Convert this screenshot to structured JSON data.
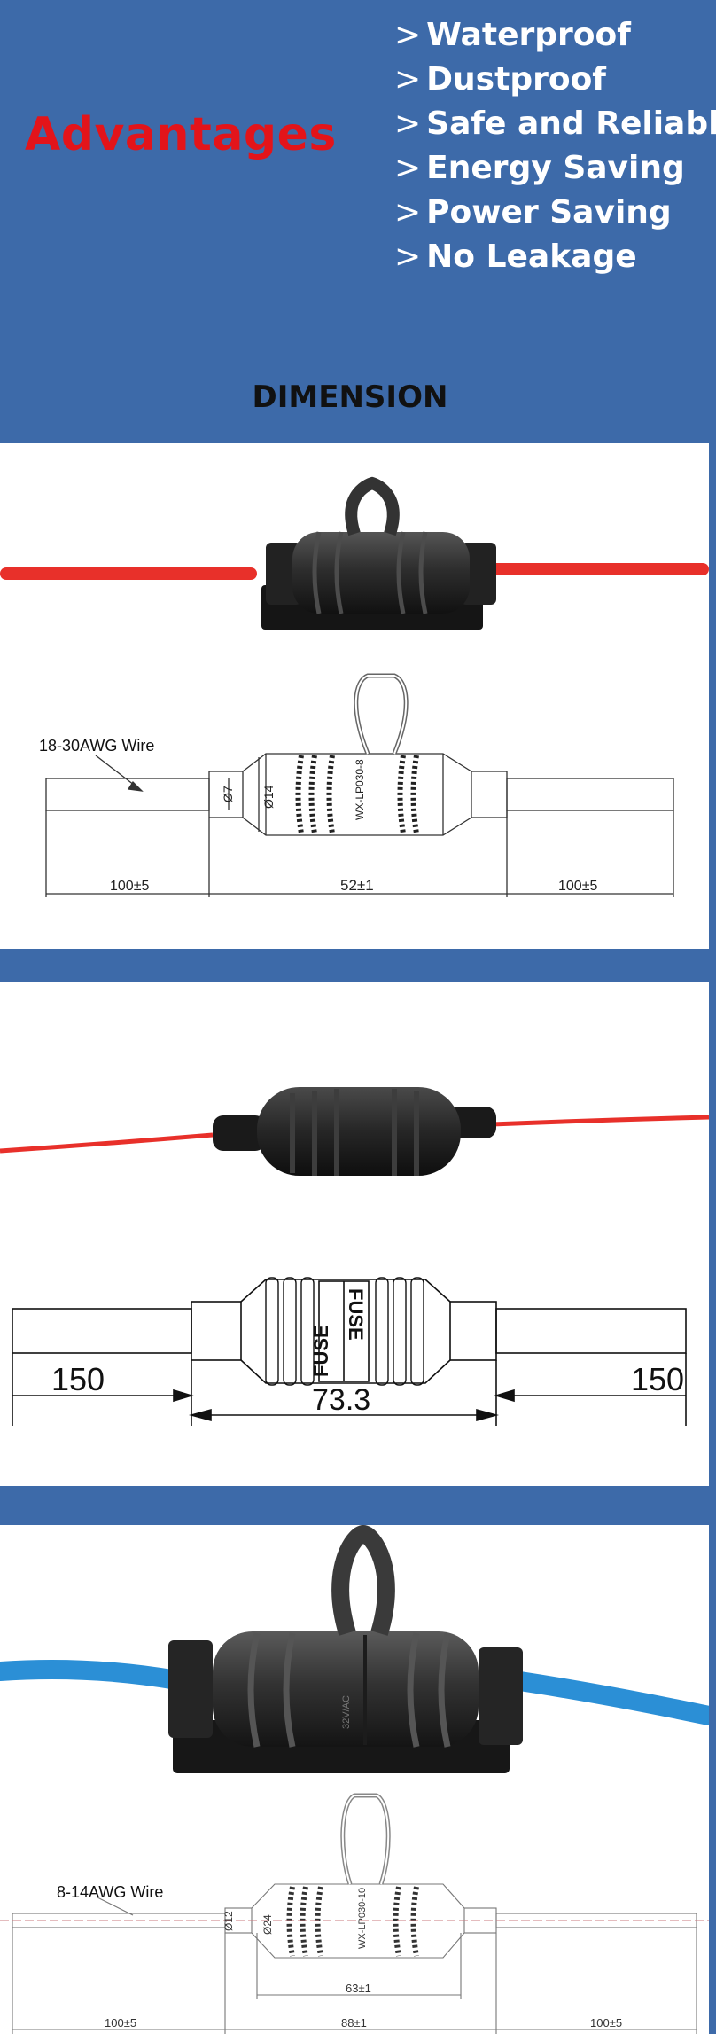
{
  "header": {
    "title": "Advantages",
    "title_color": "#e3141a",
    "background_color": "#3d6aa9",
    "advantages": [
      {
        "marker": ">",
        "label": "Waterproof"
      },
      {
        "marker": ">",
        "label": "Dustproof"
      },
      {
        "marker": ">",
        "label": "Safe and Reliable"
      },
      {
        "marker": ">",
        "label": "Energy Saving"
      },
      {
        "marker": ">",
        "label": "Power Saving"
      },
      {
        "marker": ">",
        "label": "No Leakage"
      }
    ]
  },
  "section": {
    "title": "DIMENSION"
  },
  "panel1": {
    "wire_color": "#e8302a",
    "wire_label": "18-30AWG Wire",
    "dia_small": "Ø7",
    "dia_large": "Ø14",
    "body_mark": "WX-LP030-8",
    "dim_left": "100±5",
    "dim_mid": "52±1",
    "dim_right": "100±5"
  },
  "panel2": {
    "wire_color": "#e8302a",
    "fuse_text": "FUSE",
    "dim_left": "150",
    "dim_mid": "73.3",
    "dim_right": "150"
  },
  "panel3": {
    "wire_color": "#2b8fd6",
    "wire_label": "8-14AWG Wire",
    "dia_small": "Ø12",
    "dia_large": "Ø24",
    "body_mark": "WX-LP030-10",
    "body_mark_photo": "32V/AC",
    "dim_body": "63±1",
    "dim_left": "100±5",
    "dim_mid": "88±1",
    "dim_right": "100±5"
  }
}
